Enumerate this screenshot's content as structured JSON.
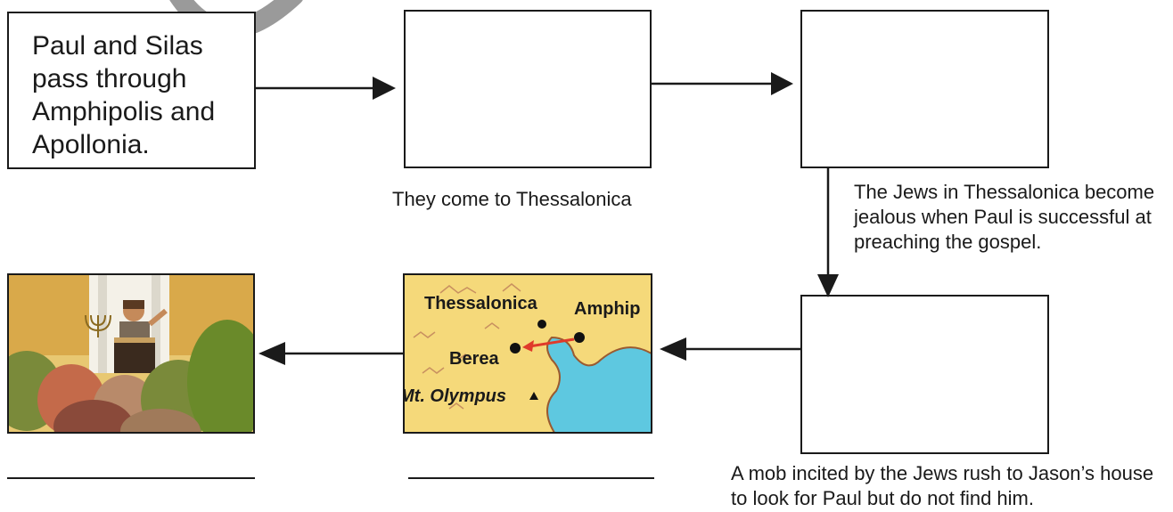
{
  "boxes": {
    "step1_text": "Paul and Silas pass through Amphipolis and Apollonia."
  },
  "captions": {
    "step2": "They come to Thessalonica",
    "step3": "The Jews in Thessalonica become jealous when Paul is successful at preaching the gospel.",
    "step4": "A mob incited by the Jews rush to Jason’s house to look for Paul but do not find him."
  },
  "map": {
    "thessalonica": "Thessalonica",
    "amphipolis": "Amphip",
    "berea": "Berea",
    "olympus": "Mt. Olympus"
  }
}
